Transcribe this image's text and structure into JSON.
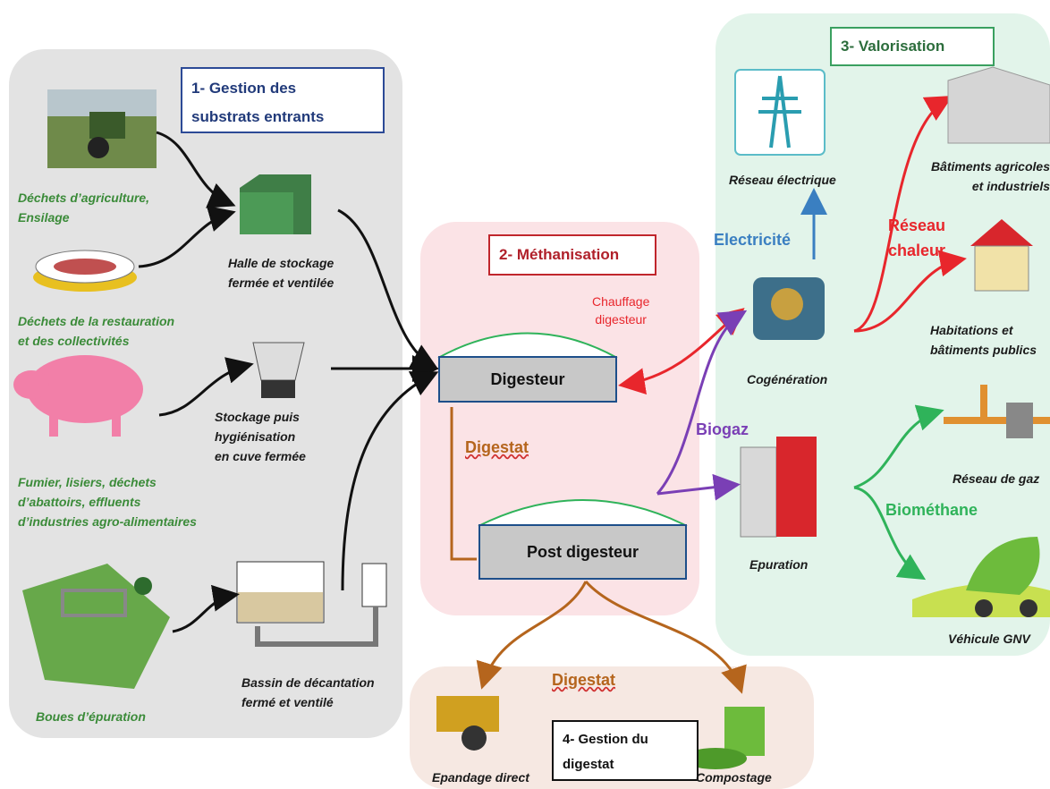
{
  "sections": {
    "s1": {
      "line1": "1- Gestion des",
      "line2": "substrats entrants"
    },
    "s2": "2- Méthanisation",
    "s3": "3- Valorisation",
    "s4": {
      "line1": "4- Gestion du",
      "line2": "digestat"
    }
  },
  "inputs": {
    "agriculture": "Déchets d’agriculture,\nEnsilage",
    "restauration": "Déchets de la restauration\net des collectivités",
    "fumier": "Fumier, lisiers, déchets\nd’abattoirs, effluents\nd’industries agro-alimentaires",
    "boues": "Boues d’épuration"
  },
  "storage": {
    "halle": "Halle de stockage\nfermée et ventilée",
    "cuve": "Stockage puis\nhygiénisation\nen cuve fermée",
    "bassin": "Bassin de décantation\nfermé et ventilé"
  },
  "methanisation": {
    "digesteur": "Digesteur",
    "post_digesteur": "Post digesteur",
    "digestat": "Digestat",
    "chauffage": "Chauffage\ndigesteur",
    "biogaz": "Biogaz"
  },
  "valorisation": {
    "reseau_electrique": "Réseau électrique",
    "electricite": "Electricité",
    "cogeneration": "Cogénération",
    "epuration": "Epuration",
    "batiments": "Bâtiments agricoles\net industriels",
    "reseau_chaleur": "Réseau\nchaleur",
    "habitations": "Habitations et\nbâtiments publics",
    "reseau_gaz": "Réseau de gaz",
    "biomethane": "Biométhane",
    "vehicule": "Véhicule GNV"
  },
  "digestat_mgmt": {
    "digestat": "Digestat",
    "epandage": "Epandage direct",
    "compostage": "Compostage"
  },
  "colors": {
    "electricity": "#3a7fc1",
    "heat": "#e8262c",
    "biogas": "#7a3fb5",
    "biomethane": "#2fb35a",
    "digestat": "#b5651d"
  }
}
